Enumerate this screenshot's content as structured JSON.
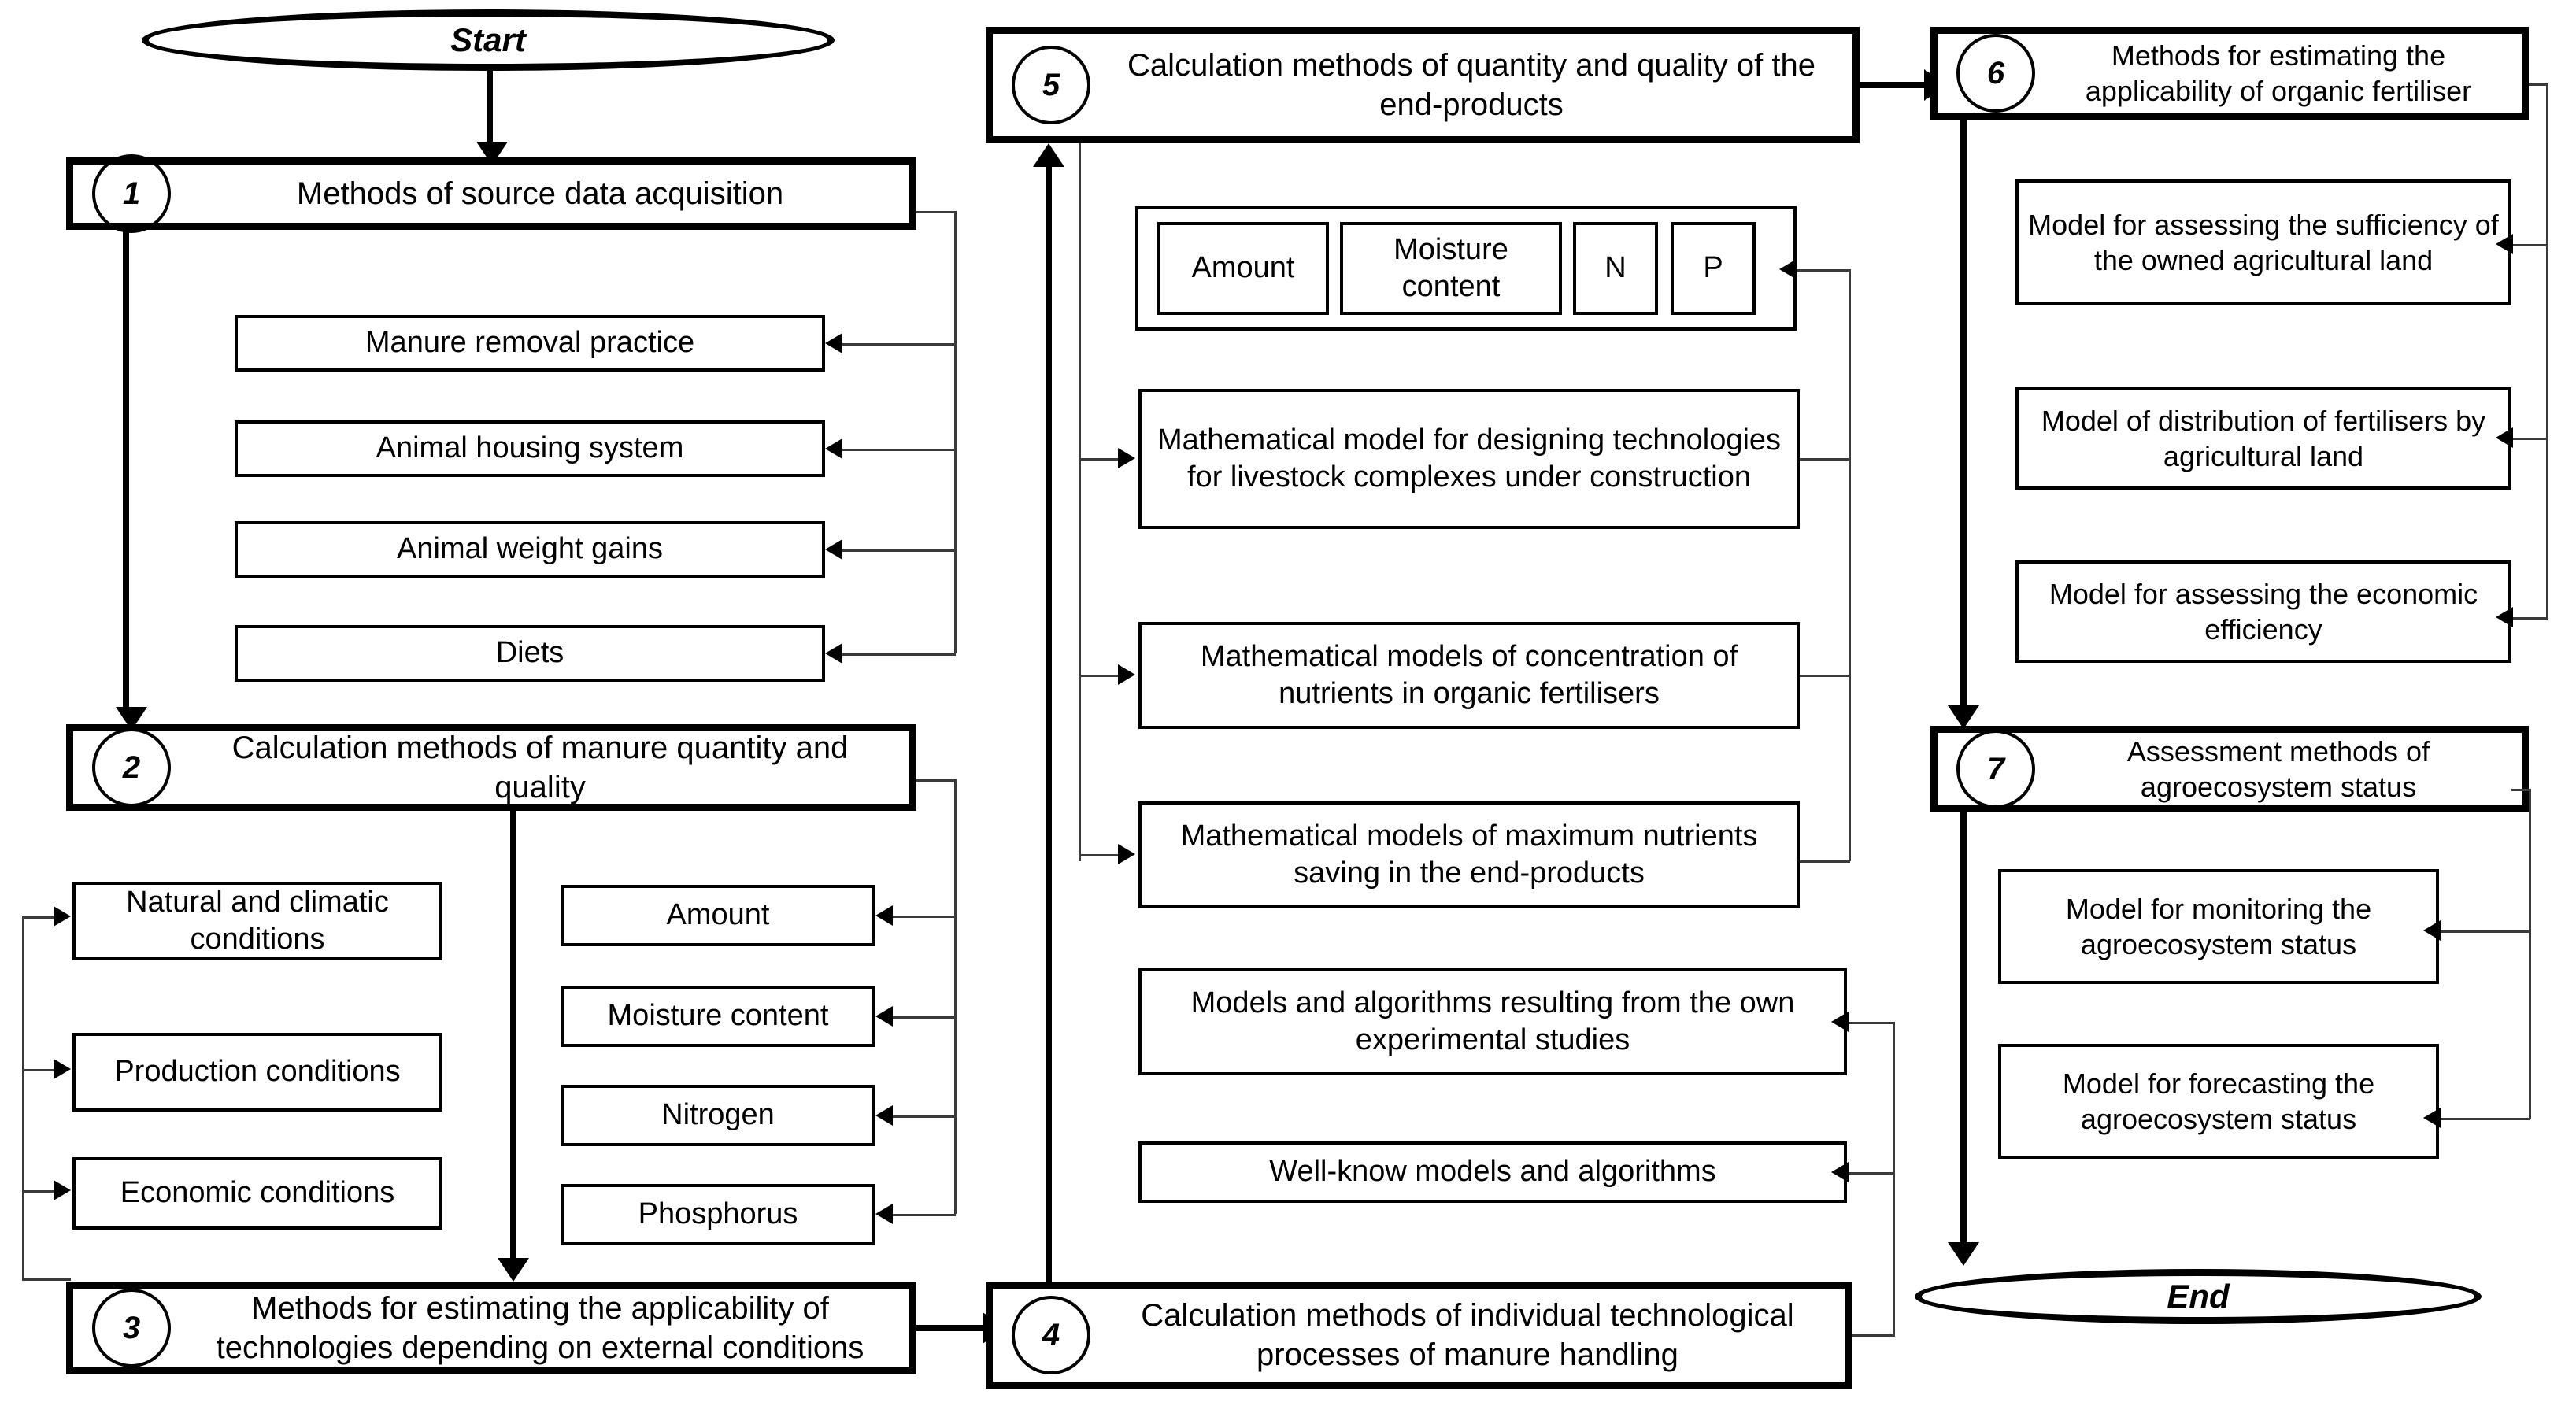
{
  "diagram": {
    "title": "Flowchart of methods for manure handling and organic fertiliser assessment",
    "start_label": "Start",
    "end_label": "End"
  },
  "stages": {
    "s1": {
      "number": "1",
      "title": "Methods of source data acquisition"
    },
    "s2": {
      "number": "2",
      "title": "Calculation methods of manure quantity and quality"
    },
    "s3": {
      "number": "3",
      "title": "Methods for estimating the applicability of technologies depending on external conditions"
    },
    "s4": {
      "number": "4",
      "title": "Calculation methods of individual technological processes of manure handling"
    },
    "s5": {
      "number": "5",
      "title": "Calculation methods of quantity and quality of the end-products"
    },
    "s6": {
      "number": "6",
      "title": "Methods for estimating the applicability of organic fertiliser"
    },
    "s7": {
      "number": "7",
      "title": "Assessment methods of agroecosystem status"
    }
  },
  "stage1_items": [
    {
      "label": "Manure removal practice"
    },
    {
      "label": "Animal housing system"
    },
    {
      "label": "Animal weight gains"
    },
    {
      "label": "Diets"
    }
  ],
  "stage2_conditions": [
    {
      "label": "Natural and climatic conditions"
    },
    {
      "label": "Production conditions"
    },
    {
      "label": "Economic conditions"
    }
  ],
  "stage2_properties": [
    {
      "label": "Amount"
    },
    {
      "label": "Moisture content"
    },
    {
      "label": "Nitrogen"
    },
    {
      "label": "Phosphorus"
    }
  ],
  "stage5_endproducts": [
    {
      "label": "Amount"
    },
    {
      "label": "Moisture content"
    },
    {
      "label": "N"
    },
    {
      "label": "P"
    }
  ],
  "stage5_models": [
    {
      "label": "Mathematical model for designing technologies for livestock complexes under construction"
    },
    {
      "label": "Mathematical models of concentration of nutrients in organic fertilisers"
    },
    {
      "label": "Mathematical models of maximum nutrients saving in the end-products"
    }
  ],
  "stage4_models": [
    {
      "label": "Models and algorithms resulting from the own experimental studies"
    },
    {
      "label": "Well-know models and algorithms"
    }
  ],
  "stage6_models": [
    {
      "label": "Model for assessing the sufficiency of the owned agricultural land"
    },
    {
      "label": "Model of distribution of fertilisers by agricultural land"
    },
    {
      "label": "Model for assessing the economic efficiency"
    }
  ],
  "stage7_models": [
    {
      "label": "Model for monitoring the agroecosystem status"
    },
    {
      "label": "Model for forecasting the agroecosystem status"
    }
  ],
  "colors": {
    "stroke": "#000000",
    "thin_stroke": "#3a3a3a",
    "background": "#ffffff"
  }
}
